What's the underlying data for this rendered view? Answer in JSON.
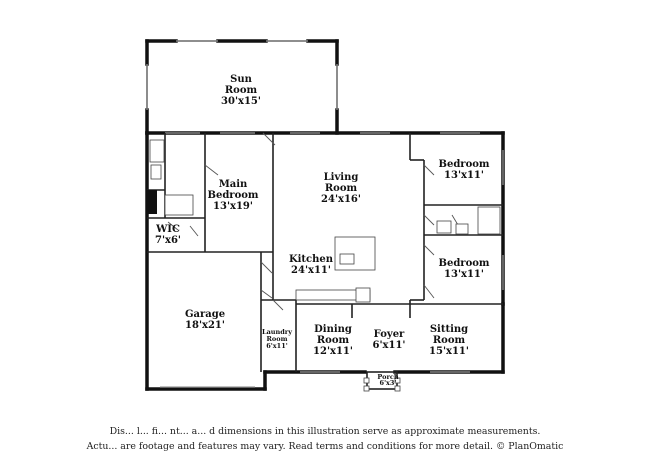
{
  "rooms": {
    "sun_room": {
      "name_line1": "Sun",
      "name_line2": "Room",
      "dims": "30'x15'"
    },
    "main_bedroom": {
      "name_line1": "Main",
      "name_line2": "Bedroom",
      "dims": "13'x19'"
    },
    "living_room": {
      "name_line1": "Living",
      "name_line2": "Room",
      "dims": "24'x16'"
    },
    "bedroom_1": {
      "name": "Bedroom",
      "dims": "13'x11'"
    },
    "bedroom_2": {
      "name": "Bedroom",
      "dims": "13'x11'"
    },
    "wic": {
      "name": "WIC",
      "dims": "7'x6'"
    },
    "kitchen": {
      "name": "Kitchen",
      "dims": "24'x11'"
    },
    "garage": {
      "name": "Garage",
      "dims": "18'x21'"
    },
    "laundry": {
      "name_line1": "Laundry",
      "name_line2": "Room",
      "dims": "6'x11'"
    },
    "dining": {
      "name_line1": "Dining",
      "name_line2": "Room",
      "dims": "12'x11'"
    },
    "foyer": {
      "name": "Foyer",
      "dims": "6'x11'"
    },
    "sitting": {
      "name_line1": "Sitting",
      "name_line2": "Room",
      "dims": "15'x11'"
    },
    "porch": {
      "name": "Porch",
      "dims": "6'x3'"
    }
  },
  "disclaimer": {
    "line1": "Dis... l... fi... nt... a... d dimensions in this illustration serve as approximate measurements.",
    "line2": "Actu... are footage and features may vary. Read terms and conditions for more detail. © PlanOmatic"
  }
}
